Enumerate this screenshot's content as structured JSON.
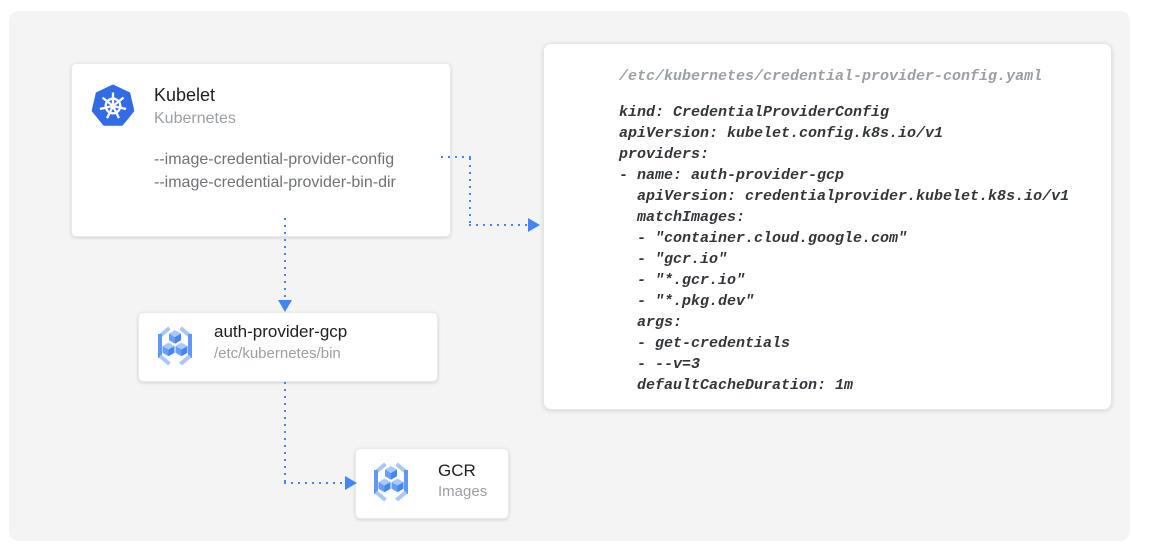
{
  "diagram": {
    "nodes": {
      "kubelet": {
        "title": "Kubelet",
        "subtitle": "Kubernetes",
        "flags": [
          "--image-credential-provider-config",
          "--image-credential-provider-bin-dir"
        ],
        "icon": "kubernetes-icon"
      },
      "auth_provider": {
        "title": "auth-provider-gcp",
        "subtitle": "/etc/kubernetes/bin",
        "icon": "gcr-icon"
      },
      "gcr": {
        "title": "GCR",
        "subtitle": "Images",
        "icon": "gcr-icon"
      }
    },
    "code_panel": {
      "file_path": "/etc/kubernetes/credential-provider-config.yaml",
      "yaml": "kind: CredentialProviderConfig\napiVersion: kubelet.config.k8s.io/v1\nproviders:\n- name: auth-provider-gcp\n  apiVersion: credentialprovider.kubelet.k8s.io/v1\n  matchImages:\n  - \"container.cloud.google.com\"\n  - \"gcr.io\"\n  - \"*.gcr.io\"\n  - \"*.pkg.dev\"\n  args:\n  - get-credentials\n  - --v=3\n  defaultCacheDuration: 1m"
    },
    "connections": [
      {
        "from": "kubelet --image-credential-provider-config flag",
        "to": "credential-provider-config.yaml panel",
        "style": "blue-dotted-arrow"
      },
      {
        "from": "kubelet",
        "to": "auth-provider-gcp",
        "style": "blue-dotted-arrow"
      },
      {
        "from": "auth-provider-gcp",
        "to": "GCR images",
        "style": "blue-dotted-arrow"
      }
    ],
    "colors": {
      "arrow_blue": "#4285F4",
      "kubernetes_blue": "#326CE5",
      "icon_light_blue": "#A8C7FA",
      "icon_mid_blue": "#669DF6",
      "icon_dark_blue": "#4285F4",
      "canvas_bg": "#F4F4F4",
      "title_text": "#212121",
      "subtitle_text": "#9AA0A6",
      "flag_text": "#6F7377",
      "code_text": "#33373B",
      "code_path_text": "#9AA0A6"
    }
  }
}
